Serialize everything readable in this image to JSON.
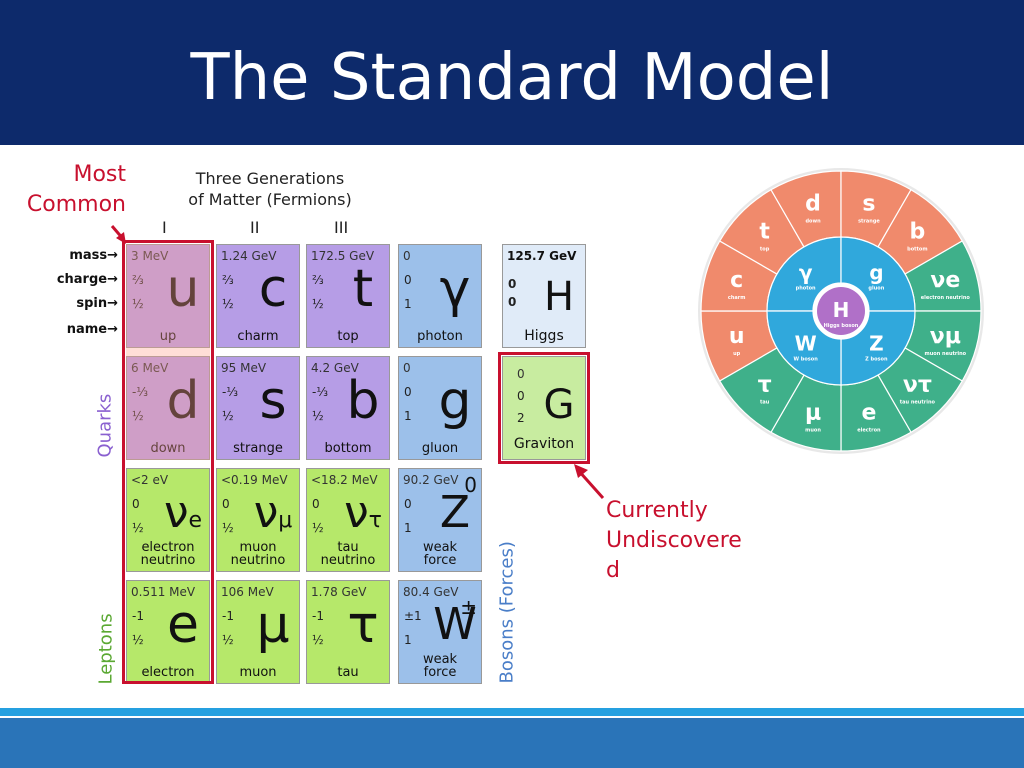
{
  "slide": {
    "title": "The Standard Model",
    "note_common": [
      "Most",
      "Common"
    ],
    "note_undiscovered": [
      "Currently",
      "Undiscovere",
      "d"
    ]
  },
  "table": {
    "header": [
      "Three Generations",
      "of Matter (Fermions)"
    ],
    "generations": [
      "I",
      "II",
      "III"
    ],
    "row_labels": [
      "mass→",
      "charge→",
      "spin→",
      "name→"
    ],
    "group_labels": {
      "quarks": "Quarks",
      "leptons": "Leptons",
      "bosons": "Bosons (Forces)"
    },
    "particles": {
      "up": {
        "mass": "3 MeV",
        "charge": "⅔",
        "spin": "½",
        "symbol": "u",
        "name": "up"
      },
      "charm": {
        "mass": "1.24 GeV",
        "charge": "⅔",
        "spin": "½",
        "symbol": "c",
        "name": "charm"
      },
      "top": {
        "mass": "172.5 GeV",
        "charge": "⅔",
        "spin": "½",
        "symbol": "t",
        "name": "top"
      },
      "photon": {
        "mass": "0",
        "charge": "0",
        "spin": "1",
        "symbol": "γ",
        "name": "photon"
      },
      "down": {
        "mass": "6 MeV",
        "charge": "-⅓",
        "spin": "½",
        "symbol": "d",
        "name": "down"
      },
      "strange": {
        "mass": "95 MeV",
        "charge": "-⅓",
        "spin": "½",
        "symbol": "s",
        "name": "strange"
      },
      "bottom": {
        "mass": "4.2 GeV",
        "charge": "-⅓",
        "spin": "½",
        "symbol": "b",
        "name": "bottom"
      },
      "gluon": {
        "mass": "0",
        "charge": "0",
        "spin": "1",
        "symbol": "g",
        "name": "gluon"
      },
      "nu_e": {
        "mass": "<2 eV",
        "charge": "0",
        "spin": "½",
        "symbol": "ν",
        "sub": "e",
        "name1": "electron",
        "name2": "neutrino"
      },
      "nu_mu": {
        "mass": "<0.19 MeV",
        "charge": "0",
        "spin": "½",
        "symbol": "ν",
        "sub": "μ",
        "name1": "muon",
        "name2": "neutrino"
      },
      "nu_tau": {
        "mass": "<18.2 MeV",
        "charge": "0",
        "spin": "½",
        "symbol": "ν",
        "sub": "τ",
        "name1": "tau",
        "name2": "neutrino"
      },
      "z": {
        "mass": "90.2 GeV",
        "charge": "0",
        "spin": "1",
        "symbol": "Z",
        "sup": "0",
        "name1": "weak",
        "name2": "force"
      },
      "electron": {
        "mass": "0.511 MeV",
        "charge": "-1",
        "spin": "½",
        "symbol": "e",
        "name": "electron"
      },
      "muon": {
        "mass": "106 MeV",
        "charge": "-1",
        "spin": "½",
        "symbol": "μ",
        "name": "muon"
      },
      "tau": {
        "mass": "1.78 GeV",
        "charge": "-1",
        "spin": "½",
        "symbol": "τ",
        "name": "tau"
      },
      "w": {
        "mass": "80.4 GeV",
        "charge": "±1",
        "spin": "1",
        "symbol": "W",
        "sup": "±",
        "name1": "weak",
        "name2": "force"
      },
      "higgs": {
        "mass": "125.7 GeV",
        "charge": "0",
        "spin": "0",
        "symbol": "H",
        "name": "Higgs"
      },
      "graviton": {
        "mass": "0",
        "charge": "0",
        "spin": "2",
        "symbol": "G",
        "name": "Graviton"
      }
    }
  },
  "wheel": {
    "center": {
      "symbol": "H",
      "label": "Higgs boson"
    },
    "bosons": [
      {
        "symbol": "γ",
        "label": "photon"
      },
      {
        "symbol": "g",
        "label": "gluon"
      },
      {
        "symbol": "Z",
        "label": "Z boson"
      },
      {
        "symbol": "W",
        "label": "W boson"
      }
    ],
    "quarks": [
      {
        "symbol": "u",
        "label": "up"
      },
      {
        "symbol": "c",
        "label": "charm"
      },
      {
        "symbol": "t",
        "label": "top"
      },
      {
        "symbol": "d",
        "label": "down"
      },
      {
        "symbol": "s",
        "label": "strange"
      },
      {
        "symbol": "b",
        "label": "bottom"
      }
    ],
    "leptons": [
      {
        "symbol": "νe",
        "label": "electron neutrino"
      },
      {
        "symbol": "νμ",
        "label": "muon neutrino"
      },
      {
        "symbol": "ντ",
        "label": "tau neutrino"
      },
      {
        "symbol": "e",
        "label": "electron"
      },
      {
        "symbol": "μ",
        "label": "muon"
      },
      {
        "symbol": "τ",
        "label": "tau"
      }
    ],
    "colors": {
      "quark": "#f08a6c",
      "lepton": "#3fb08a",
      "boson": "#30a8dc",
      "higgs": "#b070c8"
    }
  }
}
